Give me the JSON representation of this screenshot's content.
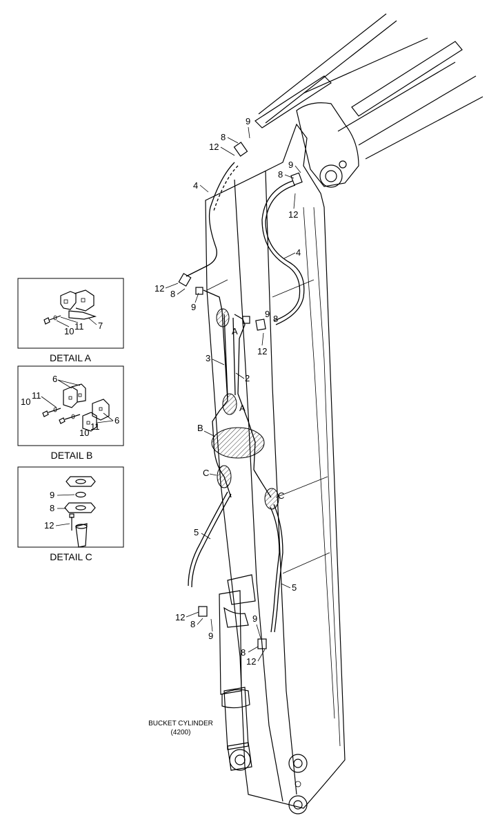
{
  "parts": {
    "hoses": [
      {
        "id": "h4a",
        "label": "4"
      },
      {
        "id": "h4b",
        "label": "4"
      },
      {
        "id": "h3",
        "label": "3"
      },
      {
        "id": "h2",
        "label": "2"
      },
      {
        "id": "h5a",
        "label": "5"
      },
      {
        "id": "h5b",
        "label": "5"
      }
    ],
    "callouts": [
      "9",
      "8",
      "12",
      "9",
      "8",
      "12",
      "12",
      "8",
      "9",
      "9",
      "8",
      "12",
      "12",
      "8",
      "9",
      "9",
      "8",
      "12"
    ],
    "clamp_zones": [
      "A",
      "A",
      "B",
      "C",
      "C"
    ]
  },
  "details": {
    "a": {
      "caption": "DETAIL A",
      "labels": [
        "7",
        "10",
        "11"
      ]
    },
    "b": {
      "caption": "DETAIL B",
      "labels": [
        "6",
        "10",
        "11",
        "6",
        "10",
        "11"
      ]
    },
    "c": {
      "caption": "DETAIL C",
      "labels": [
        "9",
        "8",
        "12"
      ]
    }
  },
  "bucket_cylinder": {
    "name": "BUCKET CYLINDER",
    "code": "(4200)"
  }
}
